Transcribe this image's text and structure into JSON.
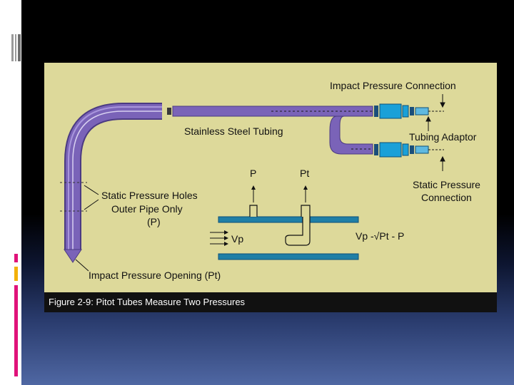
{
  "figure": {
    "caption": "Figure 2-9: Pitot Tubes Measure Two Pressures",
    "labels": {
      "impact_pressure_connection": "Impact Pressure Connection",
      "stainless_steel_tubing": "Stainless Steel Tubing",
      "tubing_adaptor": "Tubing Adaptor",
      "static_pressure_connection_1": "Static Pressure",
      "static_pressure_connection_2": "Connection",
      "static_pressure_holes_1": "Static Pressure Holes",
      "static_pressure_holes_2": "Outer Pipe Only",
      "static_pressure_holes_3": "(P)",
      "impact_pressure_opening": "Impact Pressure Opening (Pt)",
      "p": "P",
      "pt": "Pt",
      "vp": "Vp",
      "formula": "Vp -√Pt - P"
    }
  },
  "colors": {
    "figure_background": "#ddd99a",
    "tube_purple": "#7a63b8",
    "pipe_teal": "#1f7fa6",
    "connector_blue": "#1aa0d8",
    "caption_bar": "#111111"
  }
}
